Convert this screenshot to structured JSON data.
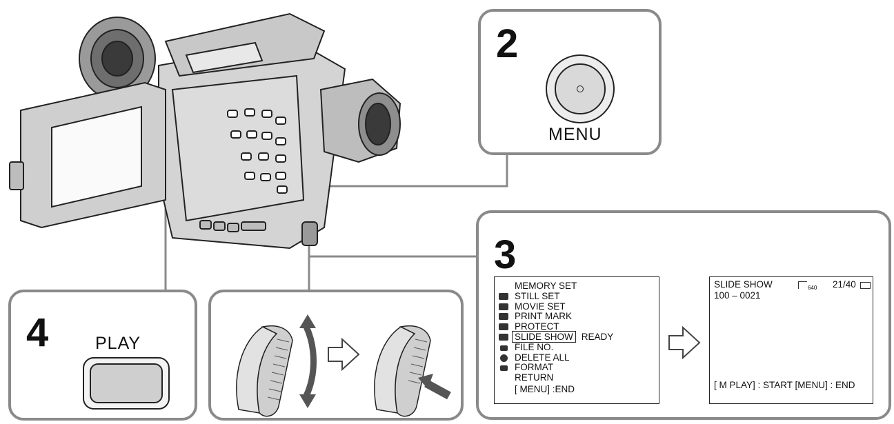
{
  "steps": {
    "step2": {
      "number": "2",
      "button_label": "MENU"
    },
    "step3": {
      "number": "3"
    },
    "step4": {
      "number": "4",
      "button_label": "PLAY"
    }
  },
  "menu_screen": {
    "header": "MEMORY SET",
    "items": [
      {
        "label": "STILL SET",
        "icon": "still-set-icon"
      },
      {
        "label": "MOVIE SET",
        "icon": "movie-set-icon"
      },
      {
        "label": "PRINT MARK",
        "icon": "print-mark-icon"
      },
      {
        "label": "PROTECT",
        "icon": "memory-play-icon"
      },
      {
        "label": "SLIDE SHOW",
        "icon": "camera-set-icon",
        "selected": true,
        "value": "READY"
      },
      {
        "label": "FILE NO.",
        "icon": "vcr-set-icon"
      },
      {
        "label": "DELETE ALL",
        "icon": "etc-icon"
      },
      {
        "label": "FORMAT",
        "icon": "return-icon"
      },
      {
        "label": "RETURN",
        "icon": "return-arrow-icon"
      }
    ],
    "footer": "[ MENU] :END"
  },
  "slideshow_screen": {
    "title": "SLIDE SHOW",
    "size_indicator": "640",
    "counter": "21/40",
    "file_number": "100 – 0021",
    "footer": "[ M PLAY] : START [MENU] : END"
  },
  "icons": {
    "arrow": "hollow-right-arrow-icon",
    "dial": "jog-dial-icon",
    "camera": "camcorder-illustration"
  }
}
